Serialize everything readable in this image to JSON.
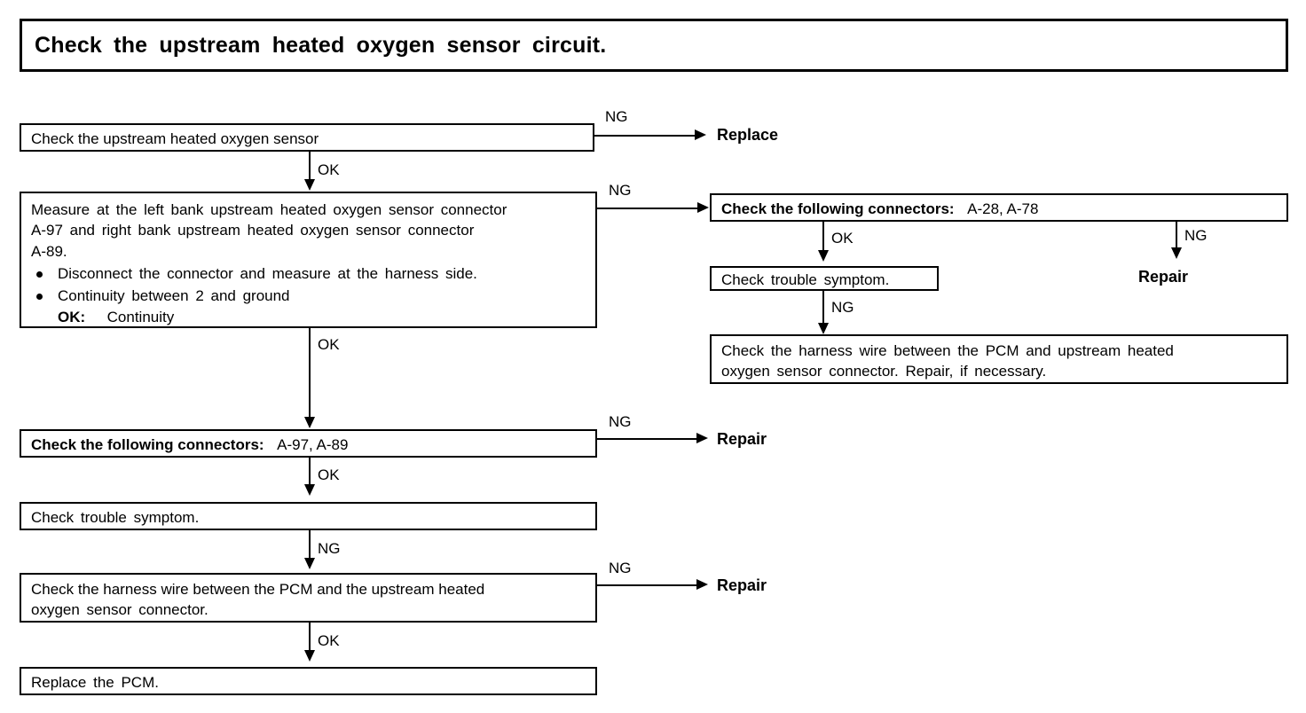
{
  "title": {
    "text": "Check the upstream heated oxygen sensor circuit."
  },
  "nodes": {
    "check_sensor": "Check the upstream heated oxygen sensor",
    "measure_line1": "Measure at the left bank upstream heated oxygen sensor connector",
    "measure_line2": "A-97 and right bank upstream heated oxygen sensor connector",
    "measure_line3": "A-89.",
    "measure_bullet1": "Disconnect the connector and measure at the harness side.",
    "measure_bullet2": "Continuity between 2 and ground",
    "measure_ok_label": "OK:",
    "measure_ok_value": "Continuity",
    "connectors_left_label": "Check the following connectors:",
    "connectors_left_value": "A-97, A-89",
    "trouble_symptom_left": "Check trouble symptom.",
    "harness_left_line1": "Check the harness wire between the PCM and the upstream heated",
    "harness_left_line2": "oxygen sensor connector.",
    "replace_pcm": "Replace the PCM.",
    "connectors_right_label": "Check the following connectors:",
    "connectors_right_value": "A-28, A-78",
    "trouble_symptom_right": "Check trouble symptom.",
    "harness_right_line1": "Check the harness wire between the PCM and upstream heated",
    "harness_right_line2": "oxygen sensor connector. Repair, if necessary."
  },
  "terminals": {
    "replace_top": "Replace",
    "repair_right": "Repair",
    "repair_mid_left": "Repair",
    "repair_bottom_left": "Repair"
  },
  "edges": {
    "ng_1": "NG",
    "ok_1": "OK",
    "ng_2": "NG",
    "ok_2": "OK",
    "ok_right_1": "OK",
    "ng_right_1": "NG",
    "ng_right_2": "NG",
    "ng_3": "NG",
    "ok_3": "OK",
    "ng_4": "NG",
    "ng_5": "NG",
    "ok_4": "OK"
  },
  "colors": {
    "ink": "#000000",
    "paper": "#ffffff"
  }
}
